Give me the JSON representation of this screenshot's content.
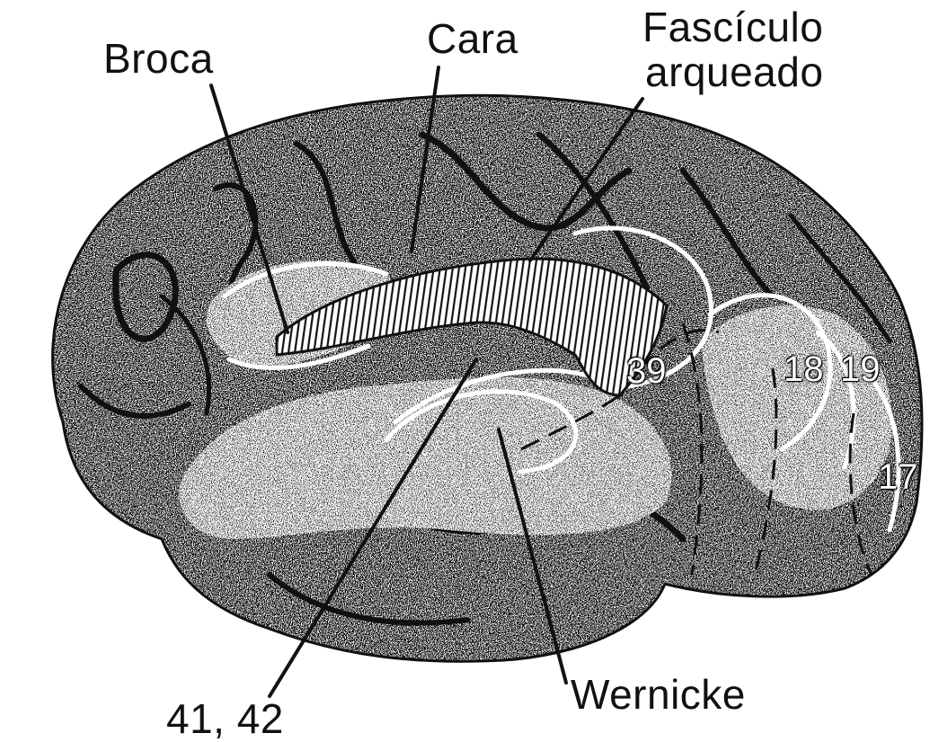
{
  "labels": {
    "broca": "Broca",
    "cara": "Cara",
    "fasciculo_line1": "Fascículo",
    "fasciculo_line2": "arqueado",
    "wernicke": "Wernicke",
    "areas_41_42": "41, 42"
  },
  "area_numbers": {
    "a39": "39",
    "a18": "18",
    "a19": "19",
    "a17": "17"
  }
}
